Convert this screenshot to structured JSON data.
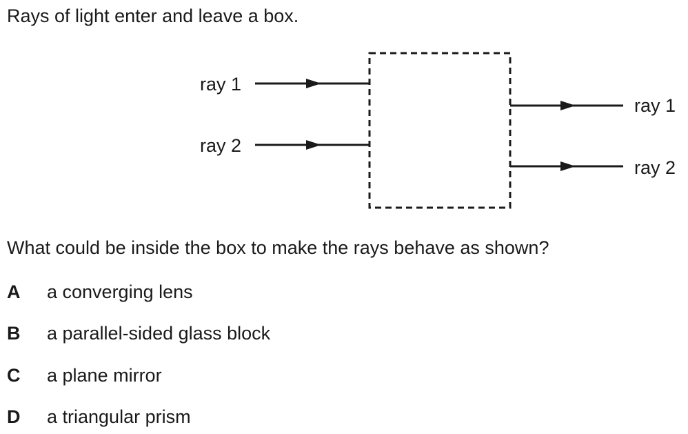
{
  "intro": "Rays of light enter and leave a box.",
  "diagram": {
    "rays_in": [
      {
        "label": "ray 1"
      },
      {
        "label": "ray 2"
      }
    ],
    "rays_out": [
      {
        "label": "ray 1"
      },
      {
        "label": "ray 2"
      }
    ],
    "line_color": "#1a1a1a"
  },
  "question": "What could be inside the box to make the rays behave as shown?",
  "options": [
    {
      "letter": "A",
      "text": "a converging lens"
    },
    {
      "letter": "B",
      "text": "a parallel-sided glass block"
    },
    {
      "letter": "C",
      "text": "a plane mirror"
    },
    {
      "letter": "D",
      "text": "a triangular prism"
    }
  ]
}
